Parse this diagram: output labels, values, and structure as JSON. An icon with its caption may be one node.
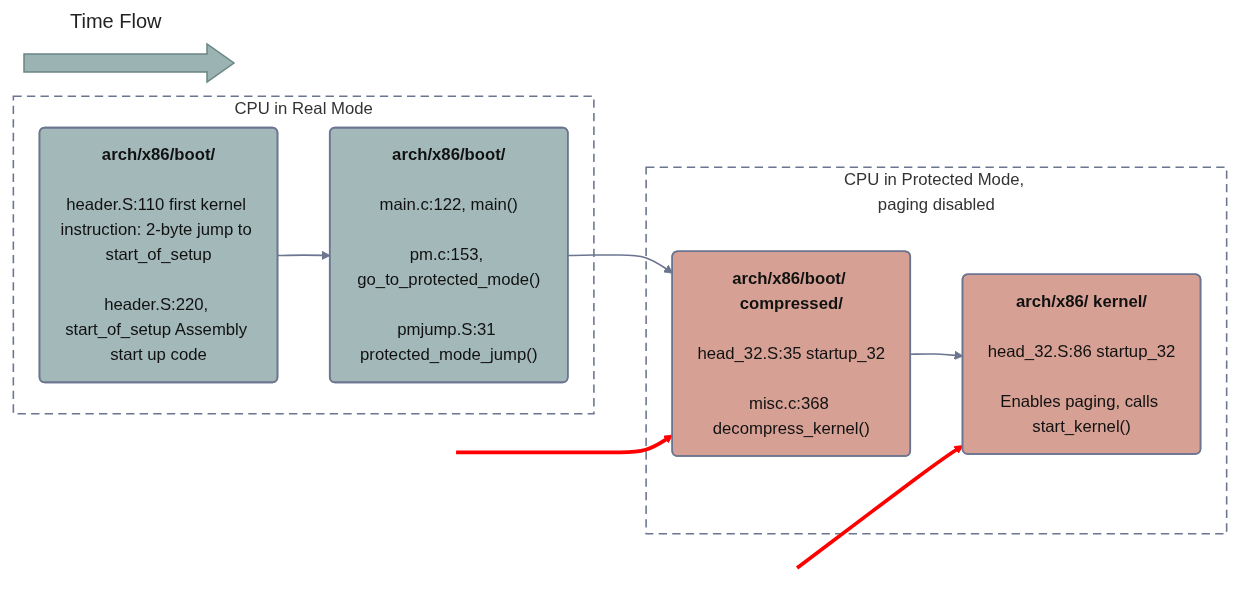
{
  "diagram": {
    "nodes": [
      {
        "text": [
          "CPU in Real Mode"
        ]
      },
      {
        "text": [
          "arch/x86/boot/",
          "header.S:110 first kernel instruction: 2-byte jump to start_of_setup",
          "header.S:220, start_of_setup Assembly start up code"
        ],
        "in": 0
      },
      {
        "text": [
          "arch/x86/boot/",
          "main.c:122, main()",
          "pm.c:153, go_to_protected_mode()",
          "pmjump.S:31 protected_mode_jump()"
        ],
        "in": 0
      },
      {
        "text": [
          "CPU in Protected Mode, paging disabled"
        ]
      },
      {
        "text": [
          "arch/x86/boot/ compressed/",
          "head_32.S:35 startup_32",
          "misc.c:368 decompress_kernel()"
        ],
        "in": 3
      },
      {
        "text": [
          "arch/x86/ kernel/",
          "head_32.S:86 startup_32",
          "Enables paging, calls start_kernel()"
        ],
        "in": 3
      }
    ],
    "edges": [
      {
        "from": 1,
        "to": 2,
        "arrow": "to"
      },
      {
        "from": 2,
        "to": 4,
        "arrow": "to"
      },
      {
        "from": 4,
        "to": 5,
        "arrow": "to"
      },
      {
        "from": null,
        "to": 4,
        "arrow": "to",
        "style": "thick",
        "color": "#ff0000"
      },
      {
        "from": null,
        "to": 5,
        "arrow": "to",
        "style": "thick",
        "color": "#ff0000"
      }
    ],
    "labels": [
      "Time Flow"
    ]
  }
}
